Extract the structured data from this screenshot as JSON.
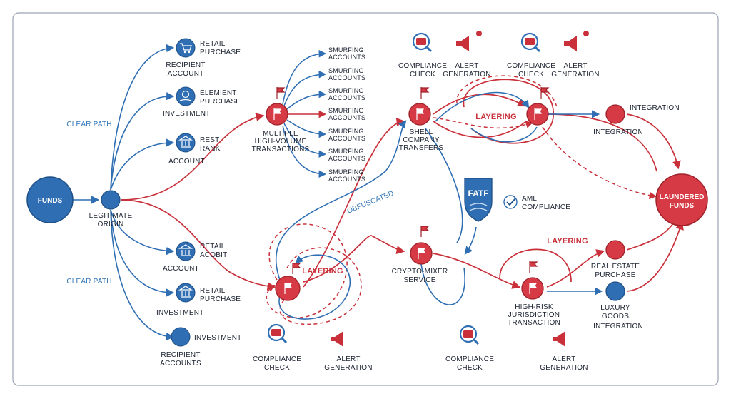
{
  "colors": {
    "blue": "#2f6eb3",
    "red": "#c9303a",
    "dark": "#1b2230",
    "frame": "#9aa4b4"
  },
  "nodes": {
    "funds": "FUNDS",
    "origin": [
      "LEGITIMATE",
      "ORIGIN"
    ],
    "laundered": [
      "LAUNDERED",
      "FUNDS"
    ]
  },
  "clear_path_top": "CLEAR PATH",
  "clear_path_bottom": "CLEAR PATH",
  "obfuscated": "OBFUSCATED",
  "layering": [
    "LAYERING",
    "LAYERING",
    "LAYERING"
  ],
  "legit_items": [
    {
      "label": [
        "RETAIL",
        "PURCHASE"
      ],
      "sub": [
        "RECIPIENT",
        "ACCOUNT"
      ],
      "icon": "cart-icon"
    },
    {
      "label": [
        "ELEMIENT",
        "PURCHASE"
      ],
      "sub": [
        "INVESTMENT"
      ],
      "icon": "money-hand-icon"
    },
    {
      "label": [
        "REST",
        "RANK"
      ],
      "sub": [
        "ACCOUNT"
      ],
      "icon": "bank-icon"
    },
    {
      "label": [
        "RETAIL",
        "ACOBIT"
      ],
      "sub": [
        "ACCOUNT"
      ],
      "icon": "bank-icon"
    },
    {
      "label": [
        "RETAIL",
        "PURCHASE"
      ],
      "sub": [
        "INVESTMENT"
      ],
      "icon": "bank-icon"
    },
    {
      "label": [
        "INVESTMENT"
      ],
      "sub": [
        "RECIPIENT",
        "ACCOUNTS"
      ],
      "icon": "circle-icon"
    }
  ],
  "smurf_labels": [
    [
      "SMURFING",
      "ACCOUNTS"
    ],
    [
      "SMURFING",
      "ACCOUNTS"
    ],
    [
      "SMURFING",
      "ACCOUNTS"
    ],
    [
      "SMURFING",
      "ACCOUNTS"
    ],
    [
      "SMURFING",
      "ACCOUNTS"
    ],
    [
      "SMURFING",
      "ACCOUNTS"
    ],
    [
      "SMURFING",
      "ACCOUNTS"
    ]
  ],
  "stages": {
    "multiple": [
      "MULTIPLE",
      "HIGH-VOLUME",
      "TRANSACTIONS"
    ],
    "shell": [
      "SHELL",
      "COMPANY",
      "TRANSFERS"
    ],
    "crypto": [
      "CRYPTO-MIXER",
      "SERVICE"
    ],
    "highrisk": [
      "HIGH-RISK",
      "JURISDICTION",
      "TRANSACTION"
    ]
  },
  "integration": {
    "top_label": "INTEGRATION",
    "bottom_label": "INTEGRATION"
  },
  "real_estate": [
    "REAL ESTATE",
    "PURCHASE"
  ],
  "luxury": [
    "LUXURY",
    "GOODS"
  ],
  "luxury_integration": "INTEGRATION",
  "fatf": "FATF",
  "aml": [
    "AML",
    "COMPLIANCE"
  ],
  "monitors": [
    {
      "kind": "check",
      "label": [
        "COMPLIANCE",
        "CHECK"
      ]
    },
    {
      "kind": "alert",
      "label": [
        "ALERT",
        "GENERATION"
      ]
    },
    {
      "kind": "check",
      "label": [
        "COMPLIANCE",
        "CHECK"
      ]
    },
    {
      "kind": "alert",
      "label": [
        "ALERT",
        "GENERATION"
      ]
    },
    {
      "kind": "check",
      "label": [
        "COMPLIANCE",
        "CHECK"
      ]
    },
    {
      "kind": "alert",
      "label": [
        "ALERT",
        "GENERATION"
      ]
    },
    {
      "kind": "check",
      "label": [
        "COMPLIANCE",
        "CHECK"
      ]
    },
    {
      "kind": "alert",
      "label": [
        "ALERT",
        "GENERATION"
      ]
    }
  ]
}
